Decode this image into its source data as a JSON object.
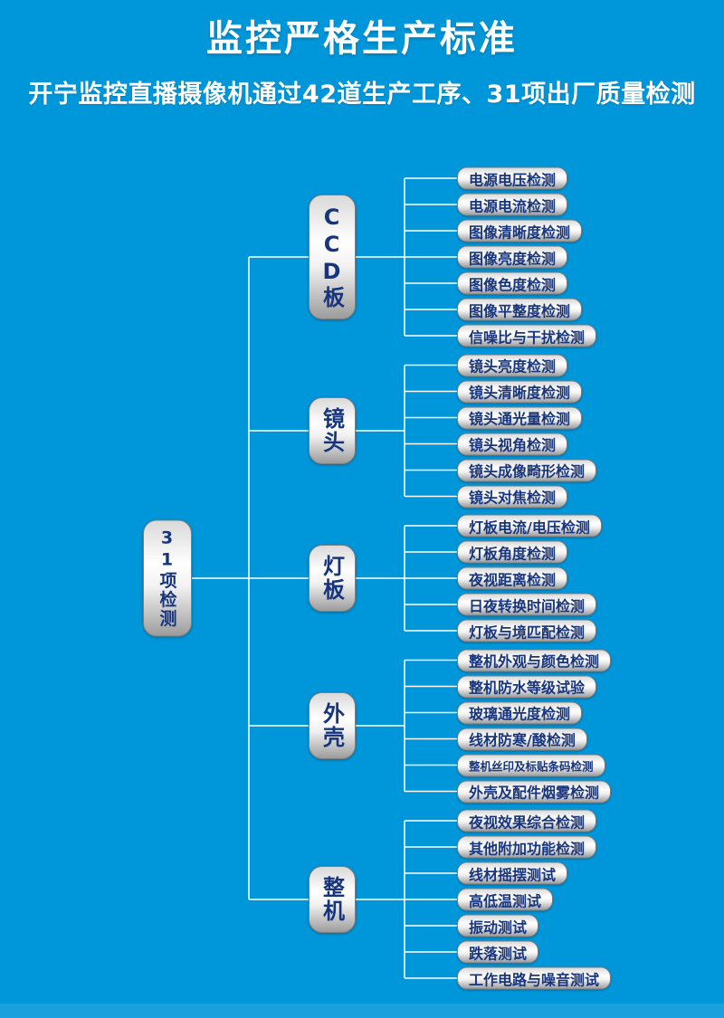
{
  "page": {
    "title": "监控严格生产标准",
    "subtitle": "开宁监控直播摄像机通过42道生产工序、31项出厂质量检测",
    "colors": {
      "background": "#0096da",
      "pill_text": "#17357d",
      "connector_line": "#ffffff"
    }
  },
  "chart_data": {
    "type": "tree",
    "root": "31项检测",
    "groups": [
      {
        "label": "CCD板",
        "items": [
          "电源电压检测",
          "电源电流检测",
          "图像清晰度检测",
          "图像亮度检测",
          "图像色度检测",
          "图像平整度检测",
          "信噪比与干扰检测"
        ]
      },
      {
        "label": "镜头",
        "items": [
          "镜头亮度检测",
          "镜头清晰度检测",
          "镜头通光量检测",
          "镜头视角检测",
          "镜头成像畸形检测",
          "镜头对焦检测"
        ]
      },
      {
        "label": "灯板",
        "items": [
          "灯板电流/电压检测",
          "灯板角度检测",
          "夜视距离检测",
          "日夜转换时间检测",
          "灯板与境匹配检测"
        ]
      },
      {
        "label": "外壳",
        "items": [
          "整机外观与颜色检测",
          "整机防水等级试验",
          "玻璃通光度检测",
          "线材防寒/酸检测",
          "整机丝印及标贴条码检测",
          "外壳及配件烟雾检测"
        ]
      },
      {
        "label": "整机",
        "items": [
          "夜视效果综合检测",
          "其他附加功能检测",
          "线材摇摆测试",
          "高低温测试",
          "振动测试",
          "跌落测试",
          "工作电路与噪音测试"
        ]
      }
    ]
  }
}
